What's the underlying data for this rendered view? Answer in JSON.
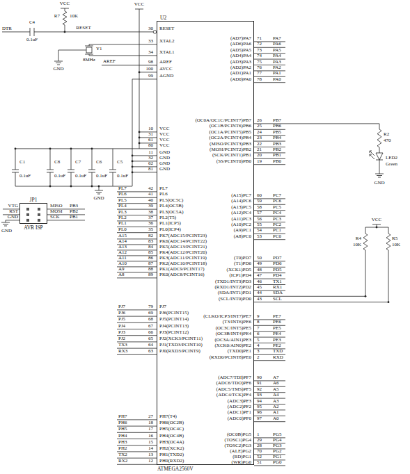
{
  "diagram": {
    "nodes": [
      {
        "text": [
          "U2",
          "ATMEGA2560V"
        ]
      },
      {
        "text": [
          "JP1",
          "AVR ISP"
        ]
      }
    ],
    "labels": [
      "VCC",
      "R7",
      "10K",
      "DTR",
      "C4",
      "0.1uF",
      "RESET",
      "30",
      "VCC",
      "Y1",
      "8MHz",
      "GND",
      "AREF",
      "33",
      "34",
      "98",
      "100",
      "99",
      "10",
      "31",
      "61",
      "80",
      "11",
      "32",
      "62",
      "81",
      "C1",
      "0.1uF",
      "C8",
      "0.1uF",
      "C7",
      "0.1uF",
      "C6",
      "0.1uF",
      "C5",
      "0.1uF",
      "GND",
      "RESET",
      "XTAL2",
      "XTAL1",
      "AREF",
      "AVCC",
      "AGND",
      "VCC",
      "VCC",
      "VCC",
      "VCC",
      "GND",
      "GND",
      "GND",
      "GND",
      "VTG",
      "RST",
      "GND",
      "MISO",
      "MOSI",
      "SCK",
      "PB3",
      "PB2",
      "PB1",
      "GND",
      "PL7",
      "PL6",
      "PL5",
      "PL4",
      "PL3",
      "PL2",
      "PL1",
      "PL0",
      "42",
      "41",
      "40",
      "39",
      "38",
      "37",
      "36",
      "35",
      "PL7",
      "PL6",
      "PL5(OC5C)",
      "PL4(OC5B)",
      "PL3(OC5A)",
      "PL2(T5)",
      "PL1(ICP5)",
      "PL0(ICP4)",
      "A15",
      "A14",
      "A13",
      "A12",
      "A11",
      "A10",
      "A9",
      "A8",
      "82",
      "83",
      "84",
      "85",
      "86",
      "87",
      "88",
      "89",
      "PK7(ADC15/PCINT23)",
      "PK6(ADC14/PCINT22)",
      "PK5(ADC13/PCINT21)",
      "PK4(ADC12/PCINT20)",
      "PK3(ADC11/PCINT19)",
      "PK2(ADC10/PCINT18)",
      "PK1(ADC9/PCINT17)",
      "PK0(ADC8/PCINT16)",
      "PJ7",
      "PJ6",
      "PJ5",
      "PJ4",
      "PJ3",
      "PJ2",
      "TX3",
      "RX3",
      "79",
      "69",
      "68",
      "67",
      "66",
      "65",
      "64",
      "63",
      "PJ7",
      "PJ6(PCINT15)",
      "PJ5(PCINT14)",
      "PJ4(PCINT13)",
      "PJ3(PCINT12)",
      "PJ2(XCK3/PCINT11)",
      "PJ1(TXD3/PCINT10)",
      "PJ0(RXD3/PCINT9)",
      "PH7",
      "PH6",
      "PH5",
      "PH4",
      "PH3",
      "PH2",
      "TX2",
      "RX2",
      "27",
      "18",
      "17",
      "16",
      "15",
      "14",
      "13",
      "12",
      "PH7(T4)",
      "PH6(OC2B)",
      "PH5(OC4C)",
      "PH4(OC4B)",
      "PH3(OC4A)",
      "PH2(XCK2)",
      "PH1(TXD2)",
      "PH0(RXD2)",
      "(AD7)PA7",
      "(AD6)PA6",
      "(AD5)PA5",
      "(AD4)PA4",
      "(AD3)PA3",
      "(AD2)PA2",
      "(AD1)PA1",
      "(AD0)PA0",
      "71",
      "72",
      "73",
      "74",
      "75",
      "76",
      "77",
      "78",
      "PA7",
      "PA6",
      "PA5",
      "PA4",
      "PA3",
      "PA2",
      "PA1",
      "PA0",
      "(OC0A/OC1C/PCINT7)PB7",
      "(OC1B/PCINT6)PB6",
      "(OC1A/PCINT5)PB5",
      "(OC2A/PCINT4)PB4",
      "(MISO/PCINT3)PB3",
      "(MOSI/PCINT2)PB2",
      "(SCK/PCINT1)PB1",
      "(SS/PCINT0)PB0",
      "26",
      "25",
      "24",
      "23",
      "22",
      "21",
      "20",
      "19",
      "PB7",
      "PB6",
      "PB5",
      "PB4",
      "PB3",
      "PB2",
      "PB1",
      "PB0",
      "(A15)PC7",
      "(A14)PC6",
      "(A13)PC5",
      "(A12)PC4",
      "(A11)PC3",
      "(A10)PC2",
      "(A9)PC1",
      "(A8)PC0",
      "60",
      "59",
      "58",
      "57",
      "56",
      "55",
      "54",
      "53",
      "PC7",
      "PC6",
      "PC5",
      "PC4",
      "PC3",
      "PC2",
      "PC1",
      "PC0",
      "(T0)PD7",
      "(T1)PD6",
      "(XCK1)PD5",
      "(ICP1)PD4",
      "(TXD1/INT3)PD3",
      "(RXD1/INT2)PD2",
      "(SDA/INT1)PD1",
      "(SCL/INT0)PD0",
      "50",
      "49",
      "48",
      "47",
      "46",
      "45",
      "44",
      "43",
      "PD7",
      "PD6",
      "PD5",
      "PD4",
      "TX1",
      "RX1",
      "SDA",
      "SCL",
      "(CLKO/ICP3/INT7)PE7",
      "(T3/INT6)PE6",
      "(OC3C/INT5)PE5",
      "(OC3B/INT4)PE4",
      "(OC3A/AIN1)PE3",
      "(XCK0/AIN0)PE2",
      "(TXD0)PE1",
      "(RXD0/PCINT8)PE0",
      "9",
      "8",
      "7",
      "6",
      "5",
      "4",
      "3",
      "2",
      "PE7",
      "PE6",
      "PE5",
      "PE4",
      "PE3",
      "PE2",
      "TXD",
      "RXD",
      "(ADC7/TDI)PF7",
      "(ADC6/TDO)PF6",
      "(ADC5/TMS)PF5",
      "(ADC4/TCK)PF4",
      "(ADC3)PF3",
      "(ADC2)PF2",
      "(ADC1)PF1",
      "(ADC0)PF0",
      "90",
      "91",
      "92",
      "93",
      "94",
      "95",
      "96",
      "97",
      "A7",
      "A6",
      "A5",
      "A4",
      "A3",
      "A2",
      "A1",
      "A0",
      "(OC0B)PG5",
      "(TOSC1)PG4",
      "(TOSC2)PG3",
      "(ALE)PG2",
      "(RD)PG1",
      "(WR)PG0",
      "1",
      "29",
      "28",
      "70",
      "52",
      "51",
      "PG5",
      "PG4",
      "PG3",
      "PG2",
      "PG1",
      "PG0",
      "R2",
      "470",
      "LED2",
      "Green",
      "GND",
      "VCC",
      "R4",
      "10K",
      "R5",
      "10K"
    ]
  }
}
